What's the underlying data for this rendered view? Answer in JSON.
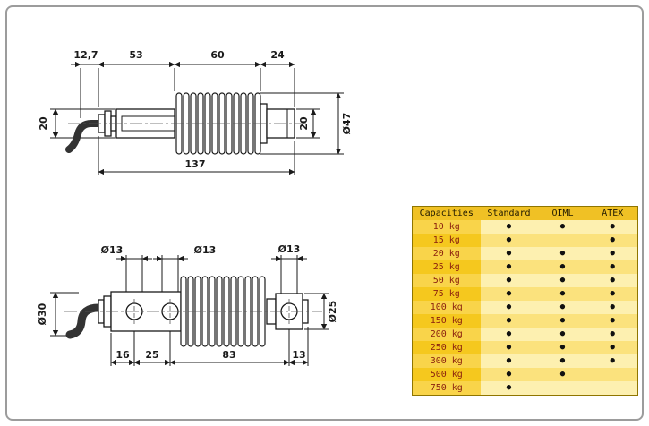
{
  "colors": {
    "table_header_bg": "#f0c125",
    "table_cap_dark": "#f5c81e",
    "table_cap_light": "#f9d44a",
    "table_dot_dark": "#fbe27d",
    "table_dot_light": "#fdf0b0",
    "capacity_text": "#8a1f0e",
    "header_text": "#211a00"
  },
  "top_drawing": {
    "dim_12_7": "12,7",
    "dim_53": "53",
    "dim_60": "60",
    "dim_24": "24",
    "dim_left_20": "20",
    "dim_right_20": "20",
    "dim_dia_47": "Ø47",
    "dim_137": "137"
  },
  "bottom_drawing": {
    "dia_13_a": "Ø13",
    "dia_13_b": "Ø13",
    "dia_13_c": "Ø13",
    "dia_30": "Ø30",
    "dia_25": "Ø25",
    "dim_16": "16",
    "dim_25": "25",
    "dim_83": "83",
    "dim_13": "13"
  },
  "table": {
    "headers": [
      "Capacities",
      "Standard",
      "OIML",
      "ATEX"
    ],
    "dot": "●",
    "rows": [
      {
        "capacity": "10 kg",
        "marks": [
          true,
          true,
          true
        ]
      },
      {
        "capacity": "15 kg",
        "marks": [
          true,
          false,
          true
        ]
      },
      {
        "capacity": "20 kg",
        "marks": [
          true,
          true,
          true
        ]
      },
      {
        "capacity": "25 kg",
        "marks": [
          true,
          true,
          true
        ]
      },
      {
        "capacity": "50 kg",
        "marks": [
          true,
          true,
          true
        ]
      },
      {
        "capacity": "75 kg",
        "marks": [
          true,
          true,
          true
        ]
      },
      {
        "capacity": "100 kg",
        "marks": [
          true,
          true,
          true
        ]
      },
      {
        "capacity": "150 kg",
        "marks": [
          true,
          true,
          true
        ]
      },
      {
        "capacity": "200 kg",
        "marks": [
          true,
          true,
          true
        ]
      },
      {
        "capacity": "250 kg",
        "marks": [
          true,
          true,
          true
        ]
      },
      {
        "capacity": "300 kg",
        "marks": [
          true,
          true,
          true
        ]
      },
      {
        "capacity": "500 kg",
        "marks": [
          true,
          true,
          false
        ]
      },
      {
        "capacity": "750 kg",
        "marks": [
          true,
          false,
          false
        ]
      }
    ]
  }
}
